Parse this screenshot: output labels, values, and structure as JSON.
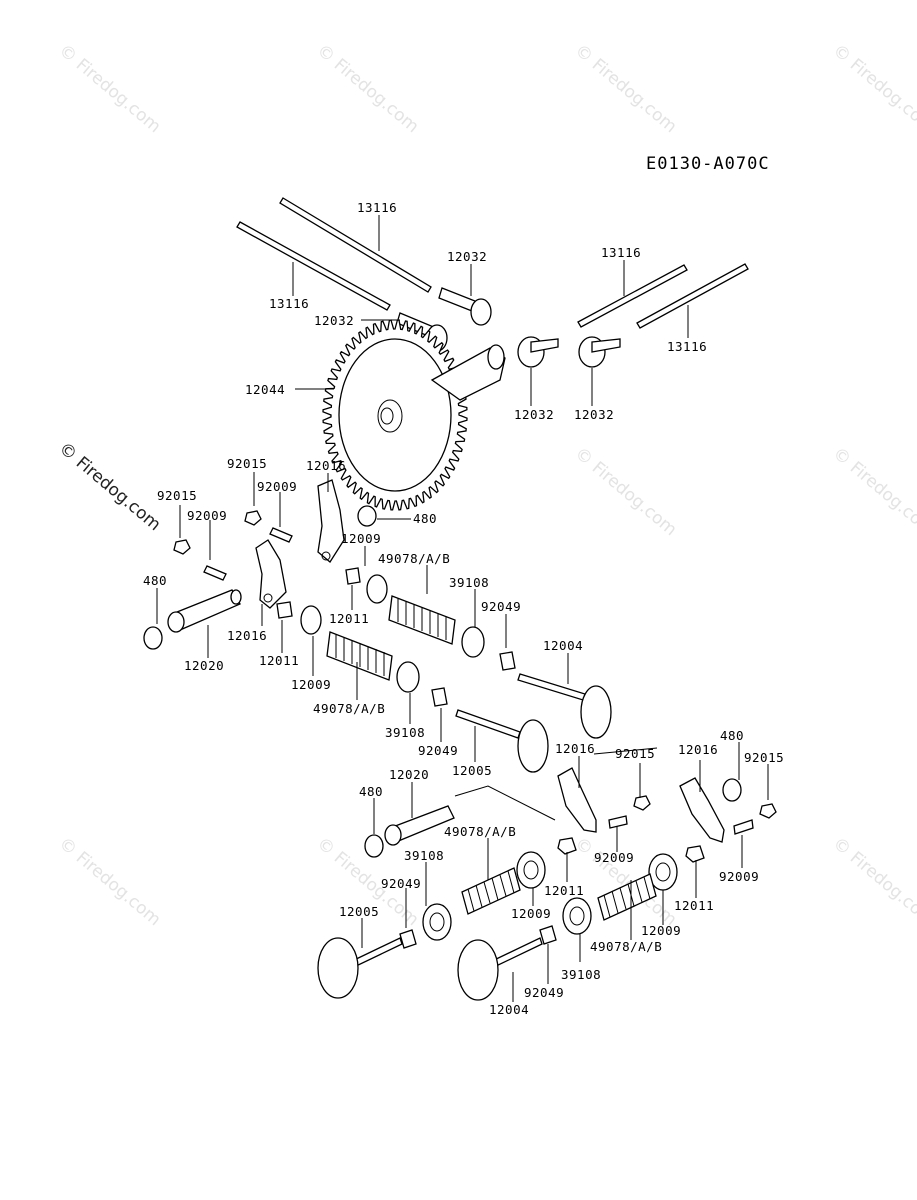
{
  "diagram": {
    "code": "E0130-A070C",
    "watermark": "© Firedog.com",
    "labels": [
      {
        "id": "l1",
        "text": "13116"
      },
      {
        "id": "l2",
        "text": "12032"
      },
      {
        "id": "l3",
        "text": "13116"
      },
      {
        "id": "l4",
        "text": "12032"
      },
      {
        "id": "l5",
        "text": "13116"
      },
      {
        "id": "l6",
        "text": "13116"
      },
      {
        "id": "l7",
        "text": "12032"
      },
      {
        "id": "l8",
        "text": "12032"
      },
      {
        "id": "l9",
        "text": "12044"
      },
      {
        "id": "l10",
        "text": "92015"
      },
      {
        "id": "l11",
        "text": "12016"
      },
      {
        "id": "l12",
        "text": "92009"
      },
      {
        "id": "l13",
        "text": "92015"
      },
      {
        "id": "l14",
        "text": "92009"
      },
      {
        "id": "l15",
        "text": "480"
      },
      {
        "id": "l16",
        "text": "12009"
      },
      {
        "id": "l17",
        "text": "49078/A/B"
      },
      {
        "id": "l18",
        "text": "480"
      },
      {
        "id": "l19",
        "text": "39108"
      },
      {
        "id": "l20",
        "text": "92049"
      },
      {
        "id": "l21",
        "text": "12011"
      },
      {
        "id": "l22",
        "text": "12016"
      },
      {
        "id": "l23",
        "text": "12004"
      },
      {
        "id": "l24",
        "text": "12020"
      },
      {
        "id": "l25",
        "text": "12011"
      },
      {
        "id": "l26",
        "text": "12009"
      },
      {
        "id": "l27",
        "text": "49078/A/B"
      },
      {
        "id": "l28",
        "text": "39108"
      },
      {
        "id": "l29",
        "text": "92049"
      },
      {
        "id": "l30",
        "text": "12005"
      },
      {
        "id": "l31",
        "text": "12016"
      },
      {
        "id": "l32",
        "text": "92015"
      },
      {
        "id": "l33",
        "text": "12016"
      },
      {
        "id": "l34",
        "text": "480"
      },
      {
        "id": "l35",
        "text": "92015"
      },
      {
        "id": "l36",
        "text": "12020"
      },
      {
        "id": "l37",
        "text": "480"
      },
      {
        "id": "l38",
        "text": "49078/A/B"
      },
      {
        "id": "l39",
        "text": "92009"
      },
      {
        "id": "l40",
        "text": "39108"
      },
      {
        "id": "l41",
        "text": "12011"
      },
      {
        "id": "l42",
        "text": "92049"
      },
      {
        "id": "l43",
        "text": "12009"
      },
      {
        "id": "l44",
        "text": "12011"
      },
      {
        "id": "l45",
        "text": "92009"
      },
      {
        "id": "l46",
        "text": "12005"
      },
      {
        "id": "l47",
        "text": "12009"
      },
      {
        "id": "l48",
        "text": "49078/A/B"
      },
      {
        "id": "l49",
        "text": "39108"
      },
      {
        "id": "l50",
        "text": "92049"
      },
      {
        "id": "l51",
        "text": "12004"
      }
    ]
  }
}
